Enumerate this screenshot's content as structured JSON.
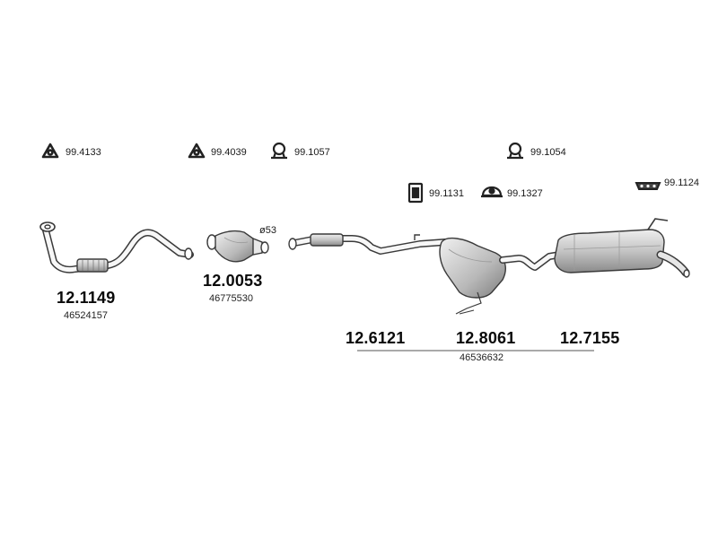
{
  "accessories": [
    {
      "code": "99.4133",
      "icon": "triangle-gasket-icon"
    },
    {
      "code": "99.4039",
      "icon": "triangle-gasket-icon"
    },
    {
      "code": "99.1057",
      "icon": "clamp-icon"
    },
    {
      "code": "99.1054",
      "icon": "clamp-icon"
    },
    {
      "code": "99.1131",
      "icon": "bracket-icon"
    },
    {
      "code": "99.1327",
      "icon": "rubber-mount-icon"
    },
    {
      "code": "99.1124",
      "icon": "hanger-strip-icon"
    }
  ],
  "parts": {
    "front_pipe": {
      "code": "12.1149",
      "ref": "46524157"
    },
    "catalyst": {
      "code": "12.0053",
      "ref": "46775530",
      "diameter": "ø53"
    },
    "middle_pipe": {
      "code": "12.6121"
    },
    "middle_silencer": {
      "code": "12.8061"
    },
    "rear_silencer": {
      "code": "12.7155"
    },
    "rear_assembly_ref": "46536632"
  },
  "colors": {
    "line": "#3a3a3a",
    "shade": "#bdbdbd",
    "shade_dark": "#8e8e8e"
  }
}
